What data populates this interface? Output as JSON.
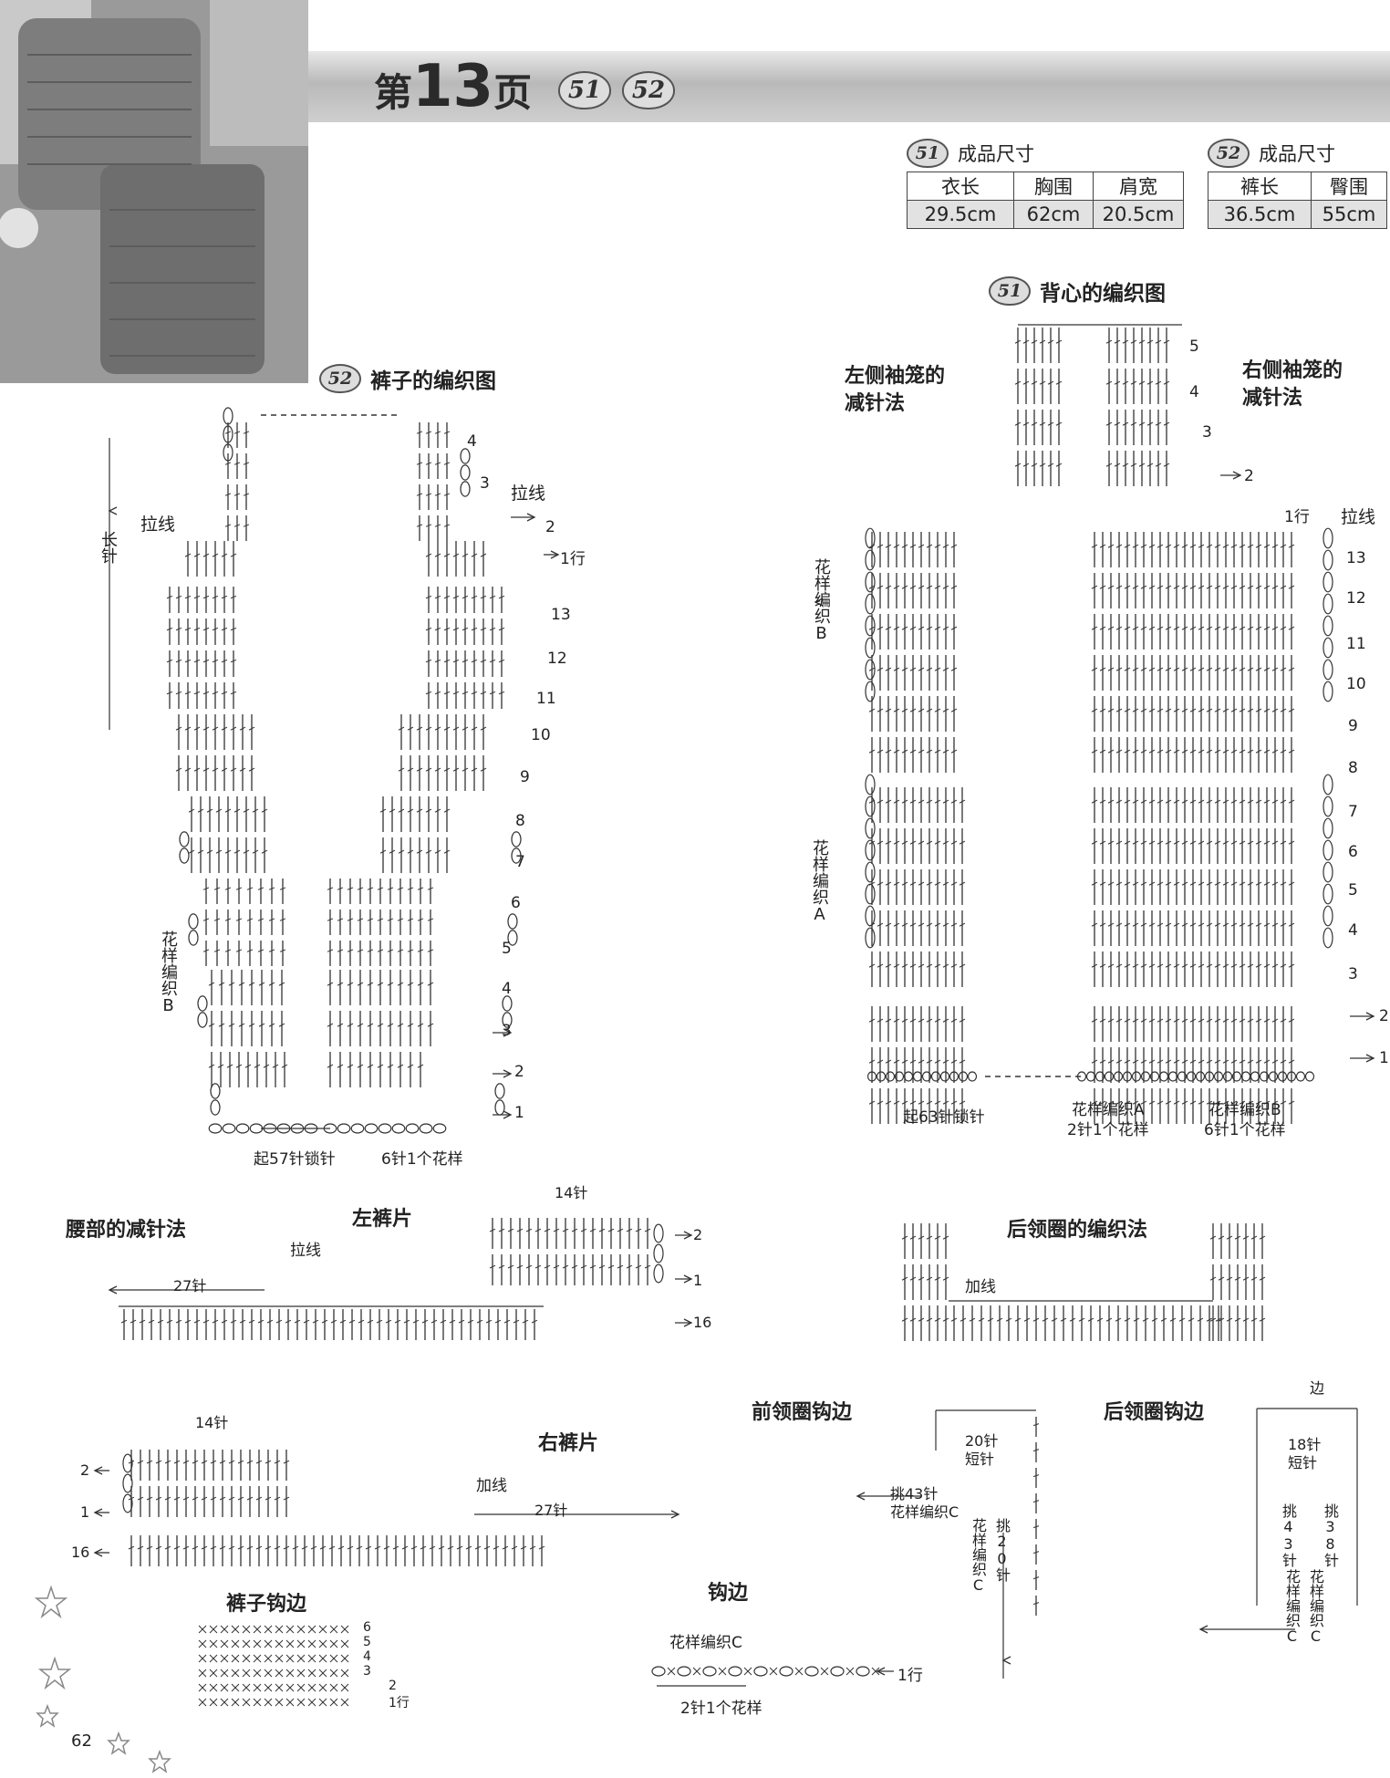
{
  "header": {
    "page_prefix": "第",
    "page_number": "13",
    "page_suffix": "页",
    "badges": [
      "51",
      "52"
    ]
  },
  "sizes": {
    "s51": {
      "badge": "51",
      "title": "成品尺寸",
      "headers": [
        "衣长",
        "胸围",
        "肩宽"
      ],
      "values": [
        "29.5cm",
        "62cm",
        "20.5cm"
      ]
    },
    "s52": {
      "badge": "52",
      "title": "成品尺寸",
      "headers": [
        "裤长",
        "臀围"
      ],
      "values": [
        "36.5cm",
        "55cm"
      ]
    }
  },
  "pants_chart": {
    "badge": "52",
    "title": "裤子的编织图",
    "long_stitch": "长针",
    "pull_yarn_1": "拉线",
    "pull_yarn_2": "拉线",
    "pattern_b": "花样编织B",
    "chain_label": "起57针锁针",
    "repeat_label": "6针1个花样",
    "row_start": "1行",
    "row_labels": [
      "1",
      "2",
      "3",
      "4",
      "5",
      "6",
      "7",
      "8",
      "9",
      "10",
      "11",
      "12",
      "13"
    ],
    "top_labels": [
      "4",
      "3",
      "2"
    ]
  },
  "vest_chart": {
    "badge": "51",
    "title": "背心的编织图",
    "left_armhole": "左侧袖笼的减针法",
    "right_armhole": "右侧袖笼的减针法",
    "pull_yarn": "拉线",
    "row_start": "1行",
    "pattern_b": "花样编织B",
    "pattern_a": "花样编织A",
    "chain_label": "起63针锁针",
    "pattern_a_repeat": "花样编织A\n2针1个花样",
    "pattern_b_repeat": "花样编织B\n6针1个花样",
    "row_labels": [
      "1",
      "2",
      "3",
      "4",
      "5",
      "6",
      "7",
      "8",
      "9",
      "10",
      "11",
      "12",
      "13"
    ],
    "top_labels": [
      "5",
      "4",
      "3",
      "2"
    ]
  },
  "waist": {
    "title": "腰部的减针法",
    "left_title": "左裤片",
    "right_title": "右裤片",
    "stitches_14": "14针",
    "stitches_27": "27针",
    "pull_yarn": "拉线",
    "add_yarn": "加线",
    "rows_left": [
      "2",
      "1",
      "16"
    ],
    "rows_right": [
      "2",
      "1",
      "16"
    ]
  },
  "back_neck": {
    "title": "后领圈的编织法",
    "add_yarn": "加线"
  },
  "front_neck_edge": {
    "title": "前领圈钩边",
    "short": "20针\n短针",
    "pick_43": "挑43针\n花样编织C",
    "pick_20": "挑20针",
    "pattern_c": "花样编织C"
  },
  "back_neck_edge": {
    "title": "后领圈钩边",
    "edge": "边",
    "short": "18针\n短针",
    "pick_43": "挑43针",
    "pick_38": "挑38针",
    "pattern_c": "花样编织C"
  },
  "pants_edge": {
    "title": "裤子钩边",
    "rows": [
      "6",
      "5",
      "4",
      "3",
      "2",
      "1行"
    ]
  },
  "edging": {
    "title": "钩边",
    "pattern_c": "花样编织C",
    "repeat": "2针1个花样",
    "row_start": "1行"
  },
  "page_number": "62"
}
